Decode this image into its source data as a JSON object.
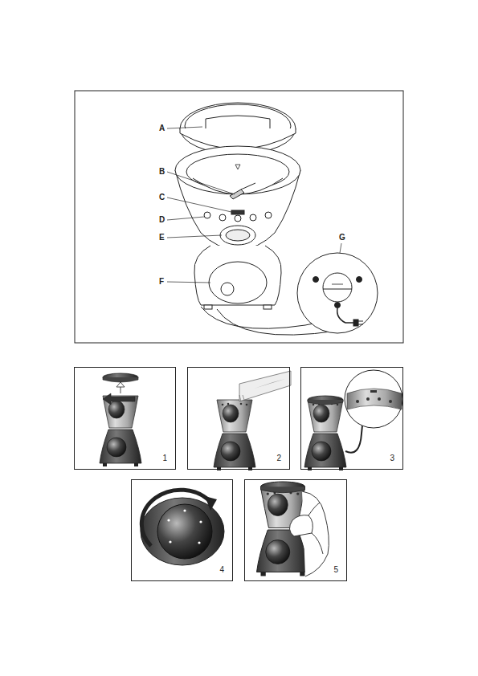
{
  "diagram": {
    "nodes": [
      {
        "text": [
          "1"
        ]
      },
      {
        "text": [
          "2"
        ]
      },
      {
        "text": [
          "3"
        ]
      },
      {
        "text": [
          "4"
        ]
      },
      {
        "text": [
          "5"
        ]
      }
    ],
    "labels": [
      "A",
      "B",
      "C",
      "D",
      "E",
      "F",
      "G"
    ]
  }
}
